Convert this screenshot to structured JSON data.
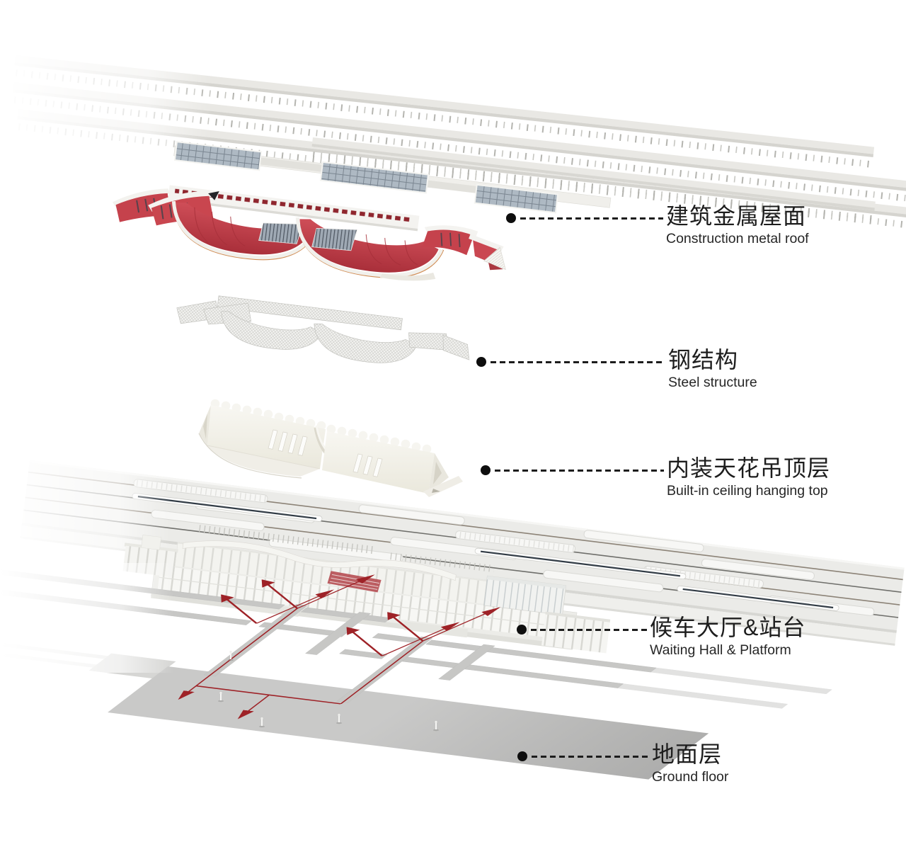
{
  "page": {
    "background": "#ffffff"
  },
  "legend": {
    "labels": [
      {
        "zh": "建筑金属屋面",
        "en": "Construction metal roof"
      },
      {
        "zh": "钢结构",
        "en": "Steel structure"
      },
      {
        "zh": "内装天花吊顶层",
        "en": "Built-in ceiling hanging top"
      },
      {
        "zh": "候车大厅&站台",
        "en": "Waiting Hall & Platform"
      },
      {
        "zh": "地面层",
        "en": "Ground floor"
      }
    ]
  },
  "scene": {
    "layer_names": [
      "platform-canopies",
      "pedestrian-walkway",
      "construction-metal-roof",
      "steel-structure",
      "ceiling-layer",
      "platform-tracks",
      "waiting-hall",
      "ground-floor"
    ]
  },
  "colors": {
    "roof_red": "#c7444e",
    "roof_red_dark": "#a92f3a",
    "arrow_red": "#9e2227",
    "canopy_gray": "#e8e7e3",
    "slab_gray": "#a8a8a7",
    "glass_blue": "#aeb9c3",
    "label_text": "#1d1d1d"
  }
}
